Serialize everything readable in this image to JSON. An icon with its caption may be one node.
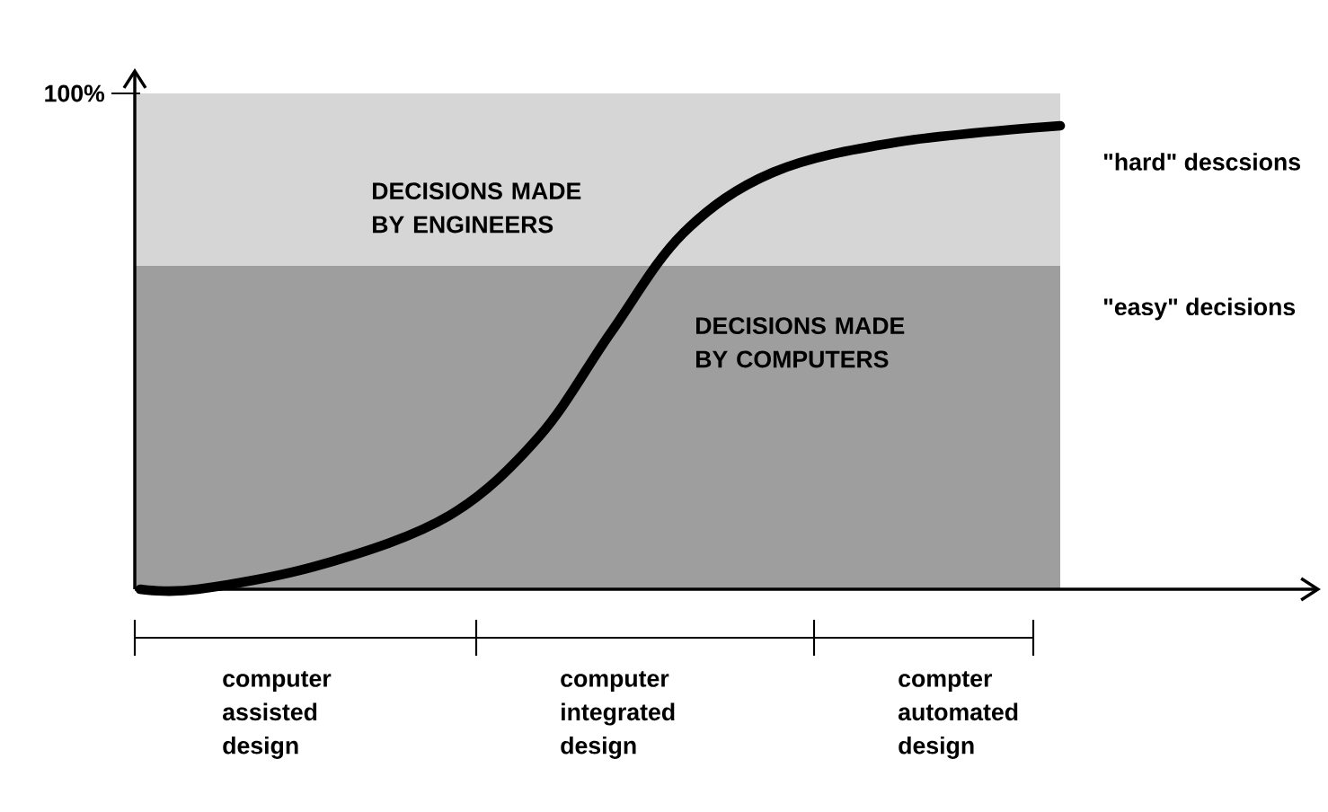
{
  "diagram": {
    "labels": [
      "100%",
      "DECISIONS MADE BY ENGINEERS",
      "DECISIONS MADE BY COMPUTERS",
      "\"hard\" descsions",
      "\"easy\" decisions",
      "computer assisted design",
      "computer integrated design",
      "compter automated design"
    ]
  }
}
